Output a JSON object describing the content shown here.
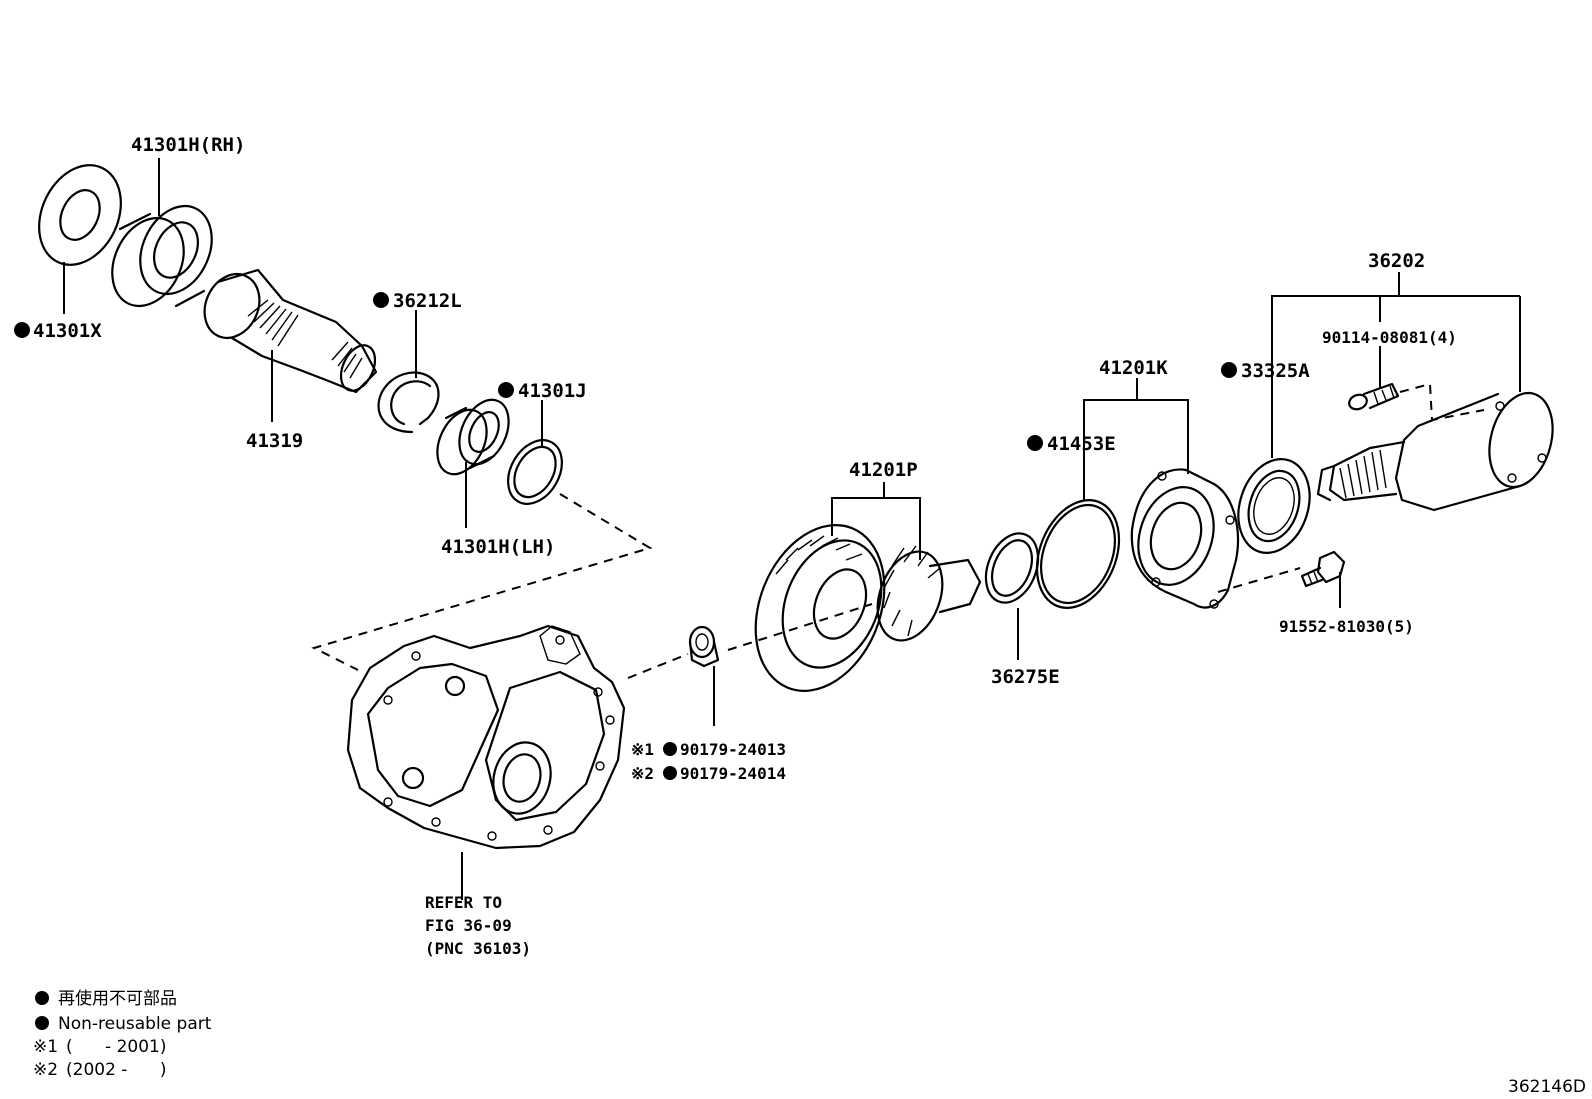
{
  "labels": {
    "p41301h_rh": "41301H(RH)",
    "p41301x": "41301X",
    "p41319": "41319",
    "p36212l": "36212L",
    "p41301j": "41301J",
    "p41301h_lh": "41301H(LH)",
    "p36202": "36202",
    "p90114": "90114-08081(4)",
    "p33325a": "33325A",
    "p41201k": "41201K",
    "p41453e": "41453E",
    "p41201p": "41201P",
    "p36275e": "36275E",
    "p91552": "91552-81030(5)",
    "p90179_1": "90179-24013",
    "p90179_2": "90179-24014",
    "mark1": "※1",
    "mark2": "※2",
    "refer1": "REFER TO",
    "refer2": "FIG 36-09",
    "refer3": "(PNC 36103)"
  },
  "legend": {
    "jp": "再使用不可部品",
    "en": "Non-reusable part",
    "note1_mark": "※1",
    "note1_text": "(      - 2001)",
    "note2_mark": "※2",
    "note2_text": "(2002 -      )"
  },
  "figure_id": "362146D"
}
